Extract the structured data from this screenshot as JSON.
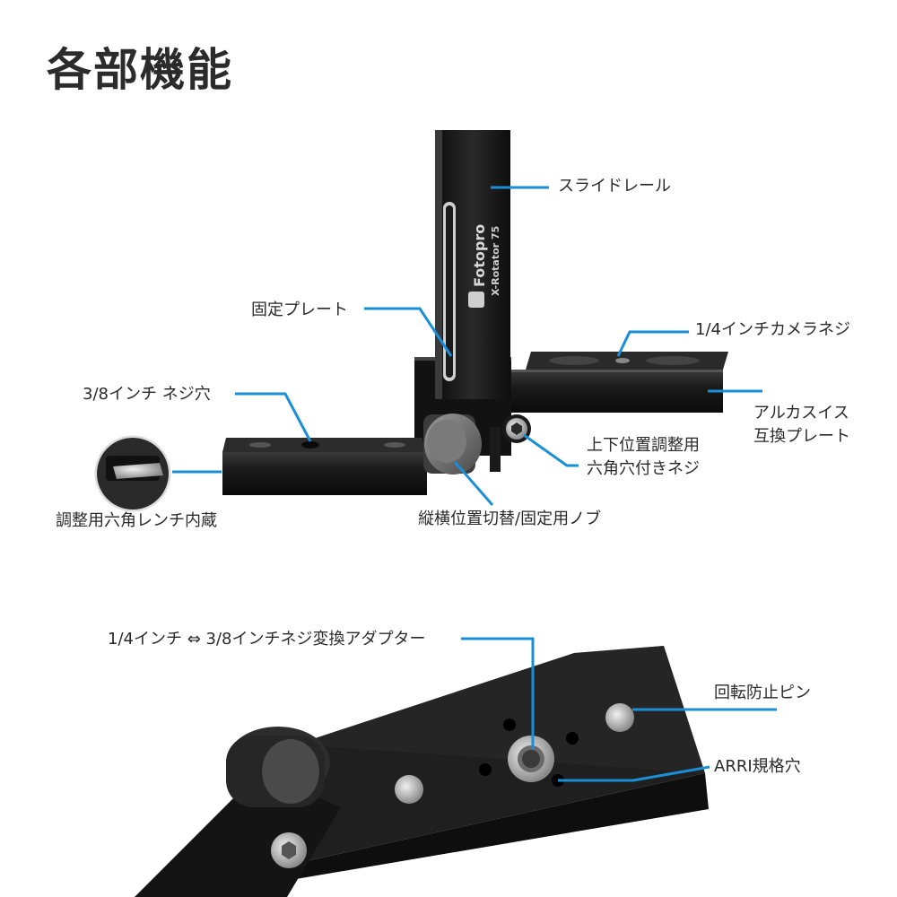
{
  "title": "各部機能",
  "product": {
    "brand": "Fotopro",
    "model": "X-Rotator 75"
  },
  "callouts": [
    {
      "id": "slide-rail",
      "text": "スライドレール"
    },
    {
      "id": "fixed-plate",
      "text": "固定プレート"
    },
    {
      "id": "camera-screw",
      "text": "1/4インチカメラネジ"
    },
    {
      "id": "screw-hole-38",
      "text": "3/8インチ ネジ穴"
    },
    {
      "id": "arca-line1",
      "text": "アルカスイス"
    },
    {
      "id": "arca-line2",
      "text": "互換プレート"
    },
    {
      "id": "adjust-line1",
      "text": "上下位置調整用"
    },
    {
      "id": "adjust-line2",
      "text": "六角穴付きネジ"
    },
    {
      "id": "hex-wrench",
      "text": "調整用六角レンチ内蔵"
    },
    {
      "id": "knob",
      "text": "縦横位置切替/固定用ノブ"
    },
    {
      "id": "adapter",
      "text": "1/4インチ ⇔ 3/8インチネジ変換アダプター"
    },
    {
      "id": "anti-twist-pin",
      "text": "回転防止ピン"
    },
    {
      "id": "arri-hole",
      "text": "ARRI規格穴"
    }
  ],
  "colors": {
    "callout_line": "#1a8fd6",
    "body": "#1a1a1a",
    "text": "#2a2a2a"
  }
}
